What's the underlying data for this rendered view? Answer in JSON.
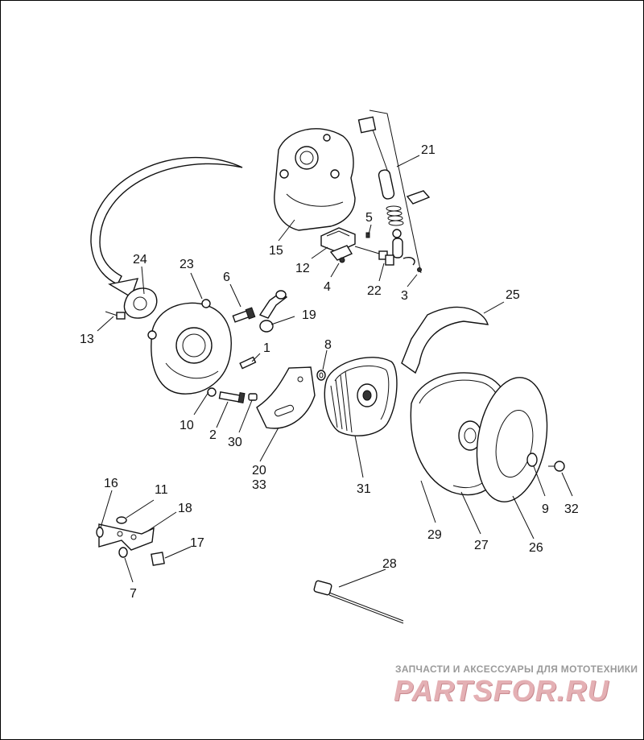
{
  "diagram": {
    "callouts": {
      "p1": "1",
      "p2": "2",
      "p3": "3",
      "p4": "4",
      "p5": "5",
      "p6": "6",
      "p7": "7",
      "p8": "8",
      "p9": "9",
      "p10": "10",
      "p11": "11",
      "p12": "12",
      "p13": "13",
      "p15": "15",
      "p16": "16",
      "p17": "17",
      "p18": "18",
      "p19": "19",
      "p20": "20",
      "p21": "21",
      "p22": "22",
      "p23": "23",
      "p24": "24",
      "p25": "25",
      "p26": "26",
      "p27": "27",
      "p28": "28",
      "p29": "29",
      "p30": "30",
      "p31": "31",
      "p32": "32",
      "p33": "33"
    }
  },
  "watermark": {
    "tagline": "ЗАПЧАСТИ И АКСЕССУАРЫ ДЛЯ МОТОТЕХНИКИ",
    "logo": "PARTSFOR.RU",
    "colors": {
      "tagline": "#9a9a9a",
      "logo": "#e4b0b4"
    }
  }
}
